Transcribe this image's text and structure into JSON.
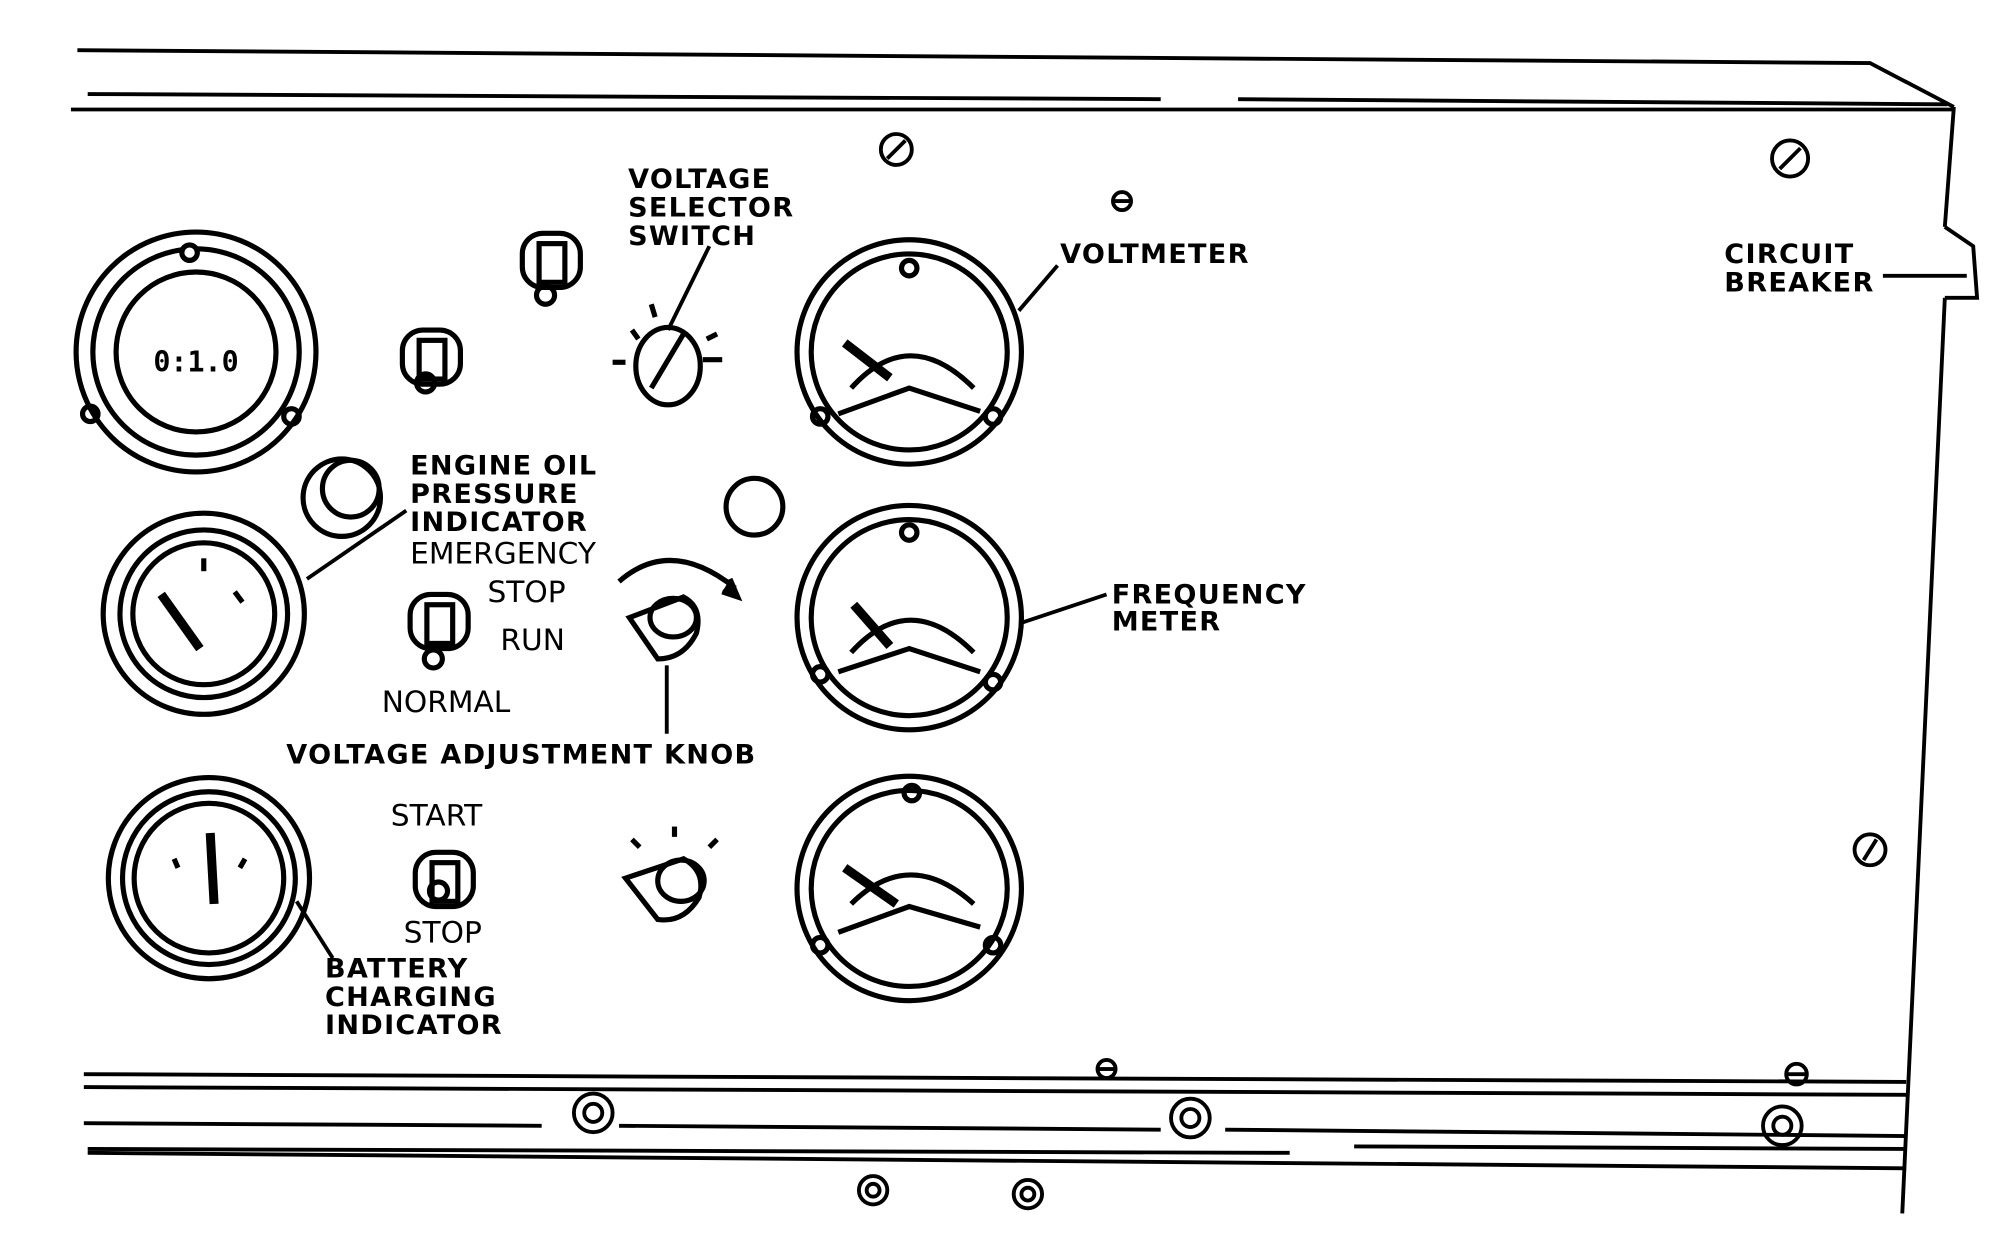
{
  "labels": {
    "voltage_selector": [
      "VOLTAGE",
      "SELECTOR",
      "SWITCH"
    ],
    "voltmeter": "VOLTMETER",
    "circuit_breaker": [
      "CIRCUIT",
      "BREAKER"
    ],
    "engine_oil": [
      "ENGINE OIL",
      "PRESSURE",
      "INDICATOR"
    ],
    "frequency_meter": [
      "FREQUENCY",
      "METER"
    ],
    "voltage_adjustment": "VOLTAGE ADJUSTMENT KNOB",
    "battery": [
      "BATTERY",
      "CHARGING",
      "INDICATOR"
    ]
  },
  "panel_markings": {
    "emergency": "EMERGENCY",
    "stop1": "STOP",
    "run": "RUN",
    "normal": "NORMAL",
    "start": "START",
    "stop2": "STOP"
  },
  "hour_meter_reading": "0:1.0"
}
